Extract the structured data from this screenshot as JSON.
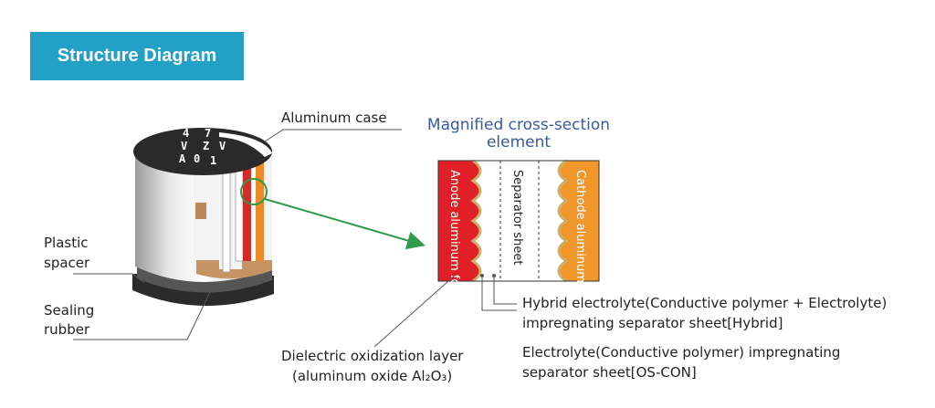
{
  "header": {
    "title": "Structure Diagram",
    "bg_color": "#22a0c6"
  },
  "labels": {
    "aluminum_case": "Aluminum case",
    "magnified_line1": "Magnified cross-section",
    "magnified_line2": "element",
    "plastic_spacer_line1": "Plastic",
    "plastic_spacer_line2": "spacer",
    "sealing_rubber_line1": "Sealing",
    "sealing_rubber_line2": "rubber",
    "dielectric_line1": "Dielectric oxidization layer",
    "dielectric_line2": "(aluminum oxide Al₂O₃)",
    "hybrid_line1": "Hybrid electrolyte(Conductive polymer + Electrolyte)",
    "hybrid_line2": "impregnating separator sheet[Hybrid]",
    "oscon_line1": "Electrolyte(Conductive polymer) impregnating",
    "oscon_line2": "separator sheet[OS-CON]"
  },
  "cross_section": {
    "anode": "Anode aluminum foil",
    "separator": "Separator sheet",
    "cathode": "Cathode aluminum foil"
  },
  "capacitor_top_marks": [
    "4",
    "7",
    "V",
    "Z",
    "V",
    "A",
    "0",
    "1"
  ],
  "colors": {
    "anode": "#e01f26",
    "cathode": "#f0962a",
    "arrow": "#2e9a4a",
    "title_blue": "#3a5aa0"
  }
}
